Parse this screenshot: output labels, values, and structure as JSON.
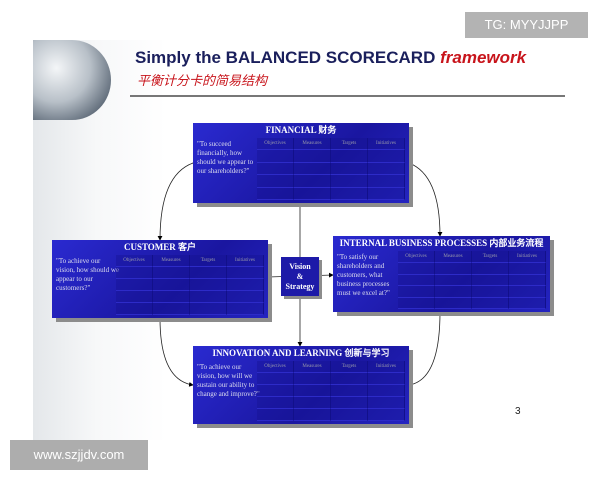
{
  "title": {
    "main": "Simply the BALANCED SCORECARD",
    "accent": "framework",
    "subtitle": "平衡计分卡的简易结构"
  },
  "columns": [
    "Objectives",
    "Measures",
    "Targets",
    "Initiatives"
  ],
  "perspectives": {
    "financial": {
      "title": "FINANCIAL 财务",
      "question": "\"To succeed financially, how should we appear to our shareholders?\""
    },
    "customer": {
      "title": "CUSTOMER 客户",
      "question": "\"To achieve our vision, how should we appear to our customers?\""
    },
    "internal": {
      "title": "INTERNAL BUSINESS PROCESSES 内部业务流程",
      "question": "\"To satisfy our shareholders and customers, what business processes must we excel at?\""
    },
    "innovation": {
      "title": "INNOVATION AND LEARNING 创新与学习",
      "question": "\"To achieve our vision, how will we sustain our ability to change and improve?\""
    }
  },
  "center": {
    "line1": "Vision",
    "line2": "&",
    "line3": "Strategy"
  },
  "page_number": "3",
  "watermarks": {
    "top": "TG: MYYJJPP",
    "bottom": "www.szjjdv.com"
  }
}
